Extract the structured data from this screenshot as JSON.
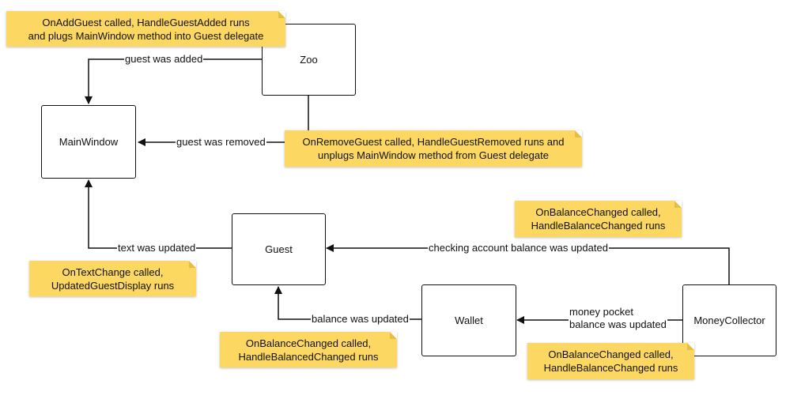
{
  "nodes": {
    "zoo": "Zoo",
    "main_window": "MainWindow",
    "guest": "Guest",
    "wallet": "Wallet",
    "money_collector": "MoneyCollector"
  },
  "edge_labels": {
    "guest_added": "guest was added",
    "guest_removed": "guest was removed",
    "text_updated": "text was updated",
    "checking_balance": "checking account balance was updated",
    "balance_updated": "balance was updated",
    "money_pocket": [
      "money pocket",
      "balance was updated"
    ]
  },
  "notes": {
    "add_guest": [
      "OnAddGuest called, HandleGuestAdded runs",
      "and plugs MainWindow method into Guest delegate"
    ],
    "remove_guest": [
      "OnRemoveGuest called, HandleGuestRemoved runs and",
      "unplugs MainWindow method from Guest delegate"
    ],
    "text_change": [
      "OnTextChange called,",
      "UpdatedGuestDisplay runs"
    ],
    "balance_top": [
      "OnBalanceChanged called,",
      "HandleBalanceChanged runs"
    ],
    "balance_guest": [
      "OnBalanceChanged called,",
      "HandleBalancedChanged runs"
    ],
    "balance_wallet": [
      "OnBalanceChanged called,",
      "HandleBalanceChanged runs"
    ]
  },
  "colors": {
    "note_fill": "#fcd761",
    "line": "#111111"
  }
}
